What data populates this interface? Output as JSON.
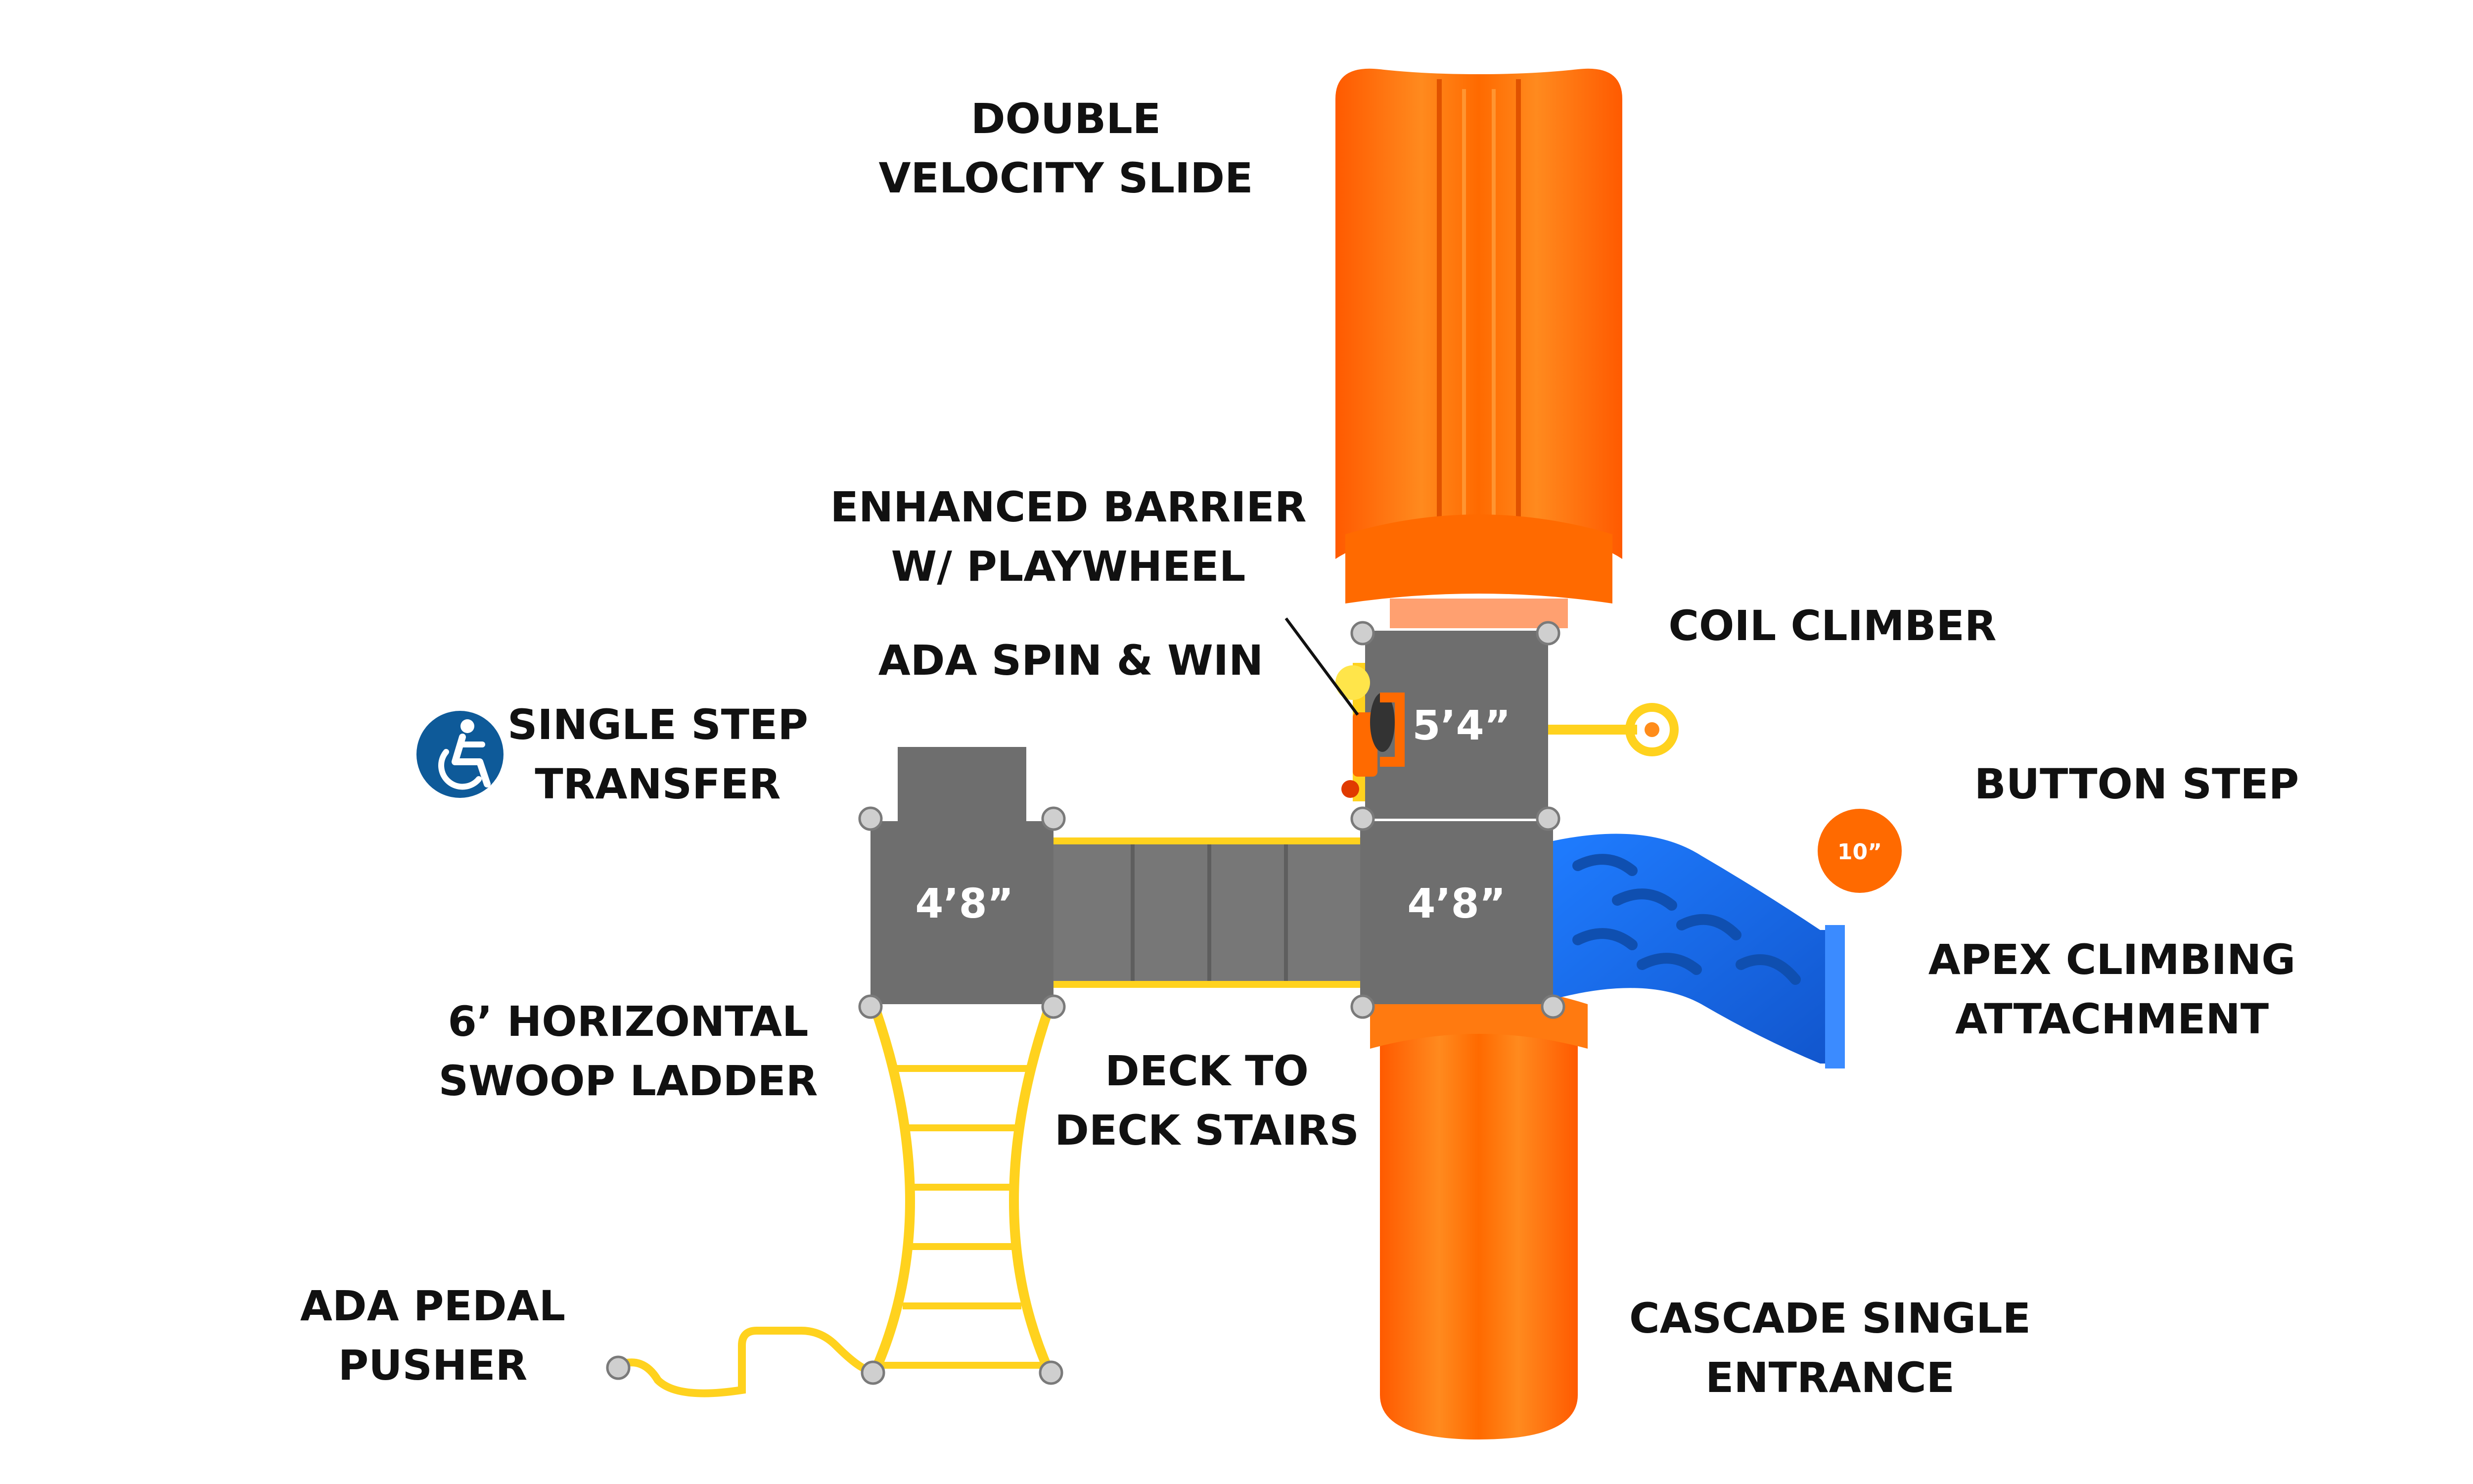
{
  "labels": {
    "double_velocity_slide": [
      "DOUBLE",
      "VELOCITY SLIDE"
    ],
    "enhanced_barrier": [
      "ENHANCED BARRIER",
      "W/ PLAYWHEEL"
    ],
    "ada_spin_win": [
      "ADA SPIN & WIN"
    ],
    "coil_climber": [
      "COIL CLIMBER"
    ],
    "single_step_transfer": [
      "SINGLE STEP",
      "TRANSFER"
    ],
    "button_step": [
      "BUTTON STEP"
    ],
    "apex_climbing": [
      "APEX CLIMBING",
      "ATTACHMENT"
    ],
    "horizontal_swoop": [
      "6’ HORIZONTAL",
      "SWOOP LADDER"
    ],
    "deck_stairs": [
      "DECK TO",
      "DECK STAIRS"
    ],
    "ada_pedal": [
      "ADA PEDAL",
      "PUSHER"
    ],
    "cascade_entrance": [
      "CASCADE SINGLE",
      "ENTRANCE"
    ]
  },
  "decks": {
    "upper": "5’4”",
    "center": "4’8”",
    "left": "4’8”"
  },
  "button_step_size": "10”",
  "accessibility_icon": "wheelchair-icon",
  "colors": {
    "slide_orange": "#FF6A00",
    "deck_gray": "#6E6E6E",
    "rail_yellow": "#FFD21E",
    "climber_blue": "#1F6FE0",
    "ada_blue": "#0E5A99"
  }
}
